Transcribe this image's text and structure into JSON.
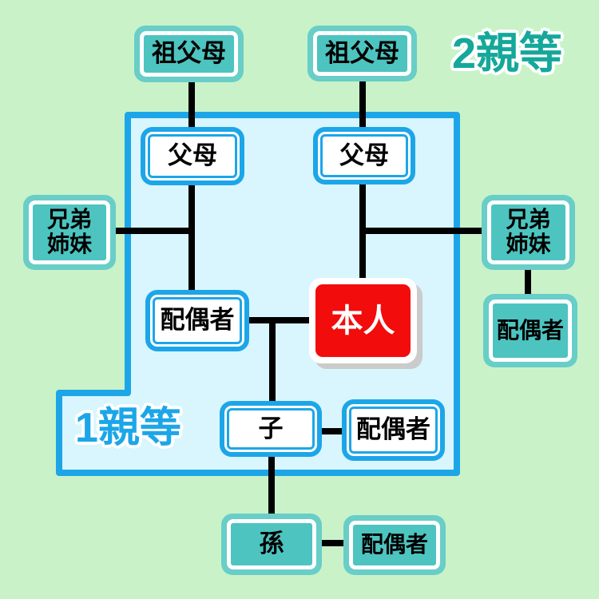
{
  "labels": {
    "second_degree": "2親等",
    "first_degree": "1親等"
  },
  "nodes": {
    "grandparents_left": {
      "label": "祖父母"
    },
    "grandparents_right": {
      "label": "祖父母"
    },
    "parents_left": {
      "label": "父母"
    },
    "parents_right": {
      "label": "父母"
    },
    "siblings_left": {
      "lines": [
        "兄弟",
        "姉妹"
      ]
    },
    "siblings_right": {
      "lines": [
        "兄弟",
        "姉妹"
      ]
    },
    "spouse_of_self": {
      "label": "配偶者"
    },
    "self": {
      "label": "本人"
    },
    "spouse_of_sibling": {
      "label": "配偶者"
    },
    "child": {
      "label": "子"
    },
    "spouse_of_child": {
      "label": "配偶者"
    },
    "grandchild": {
      "label": "孫"
    },
    "spouse_of_grandchild": {
      "label": "配偶者"
    }
  },
  "colors": {
    "bg": "#c9f2c9",
    "region_fill": "#d9f5fd",
    "blue": "#1ca6e8",
    "teal_fill": "#4dc4c0",
    "teal_rim": "#68cec7",
    "teal_text": "#14a89a",
    "red": "#f20c0c",
    "shadow": "#cbcbcb",
    "line": "#000000"
  }
}
